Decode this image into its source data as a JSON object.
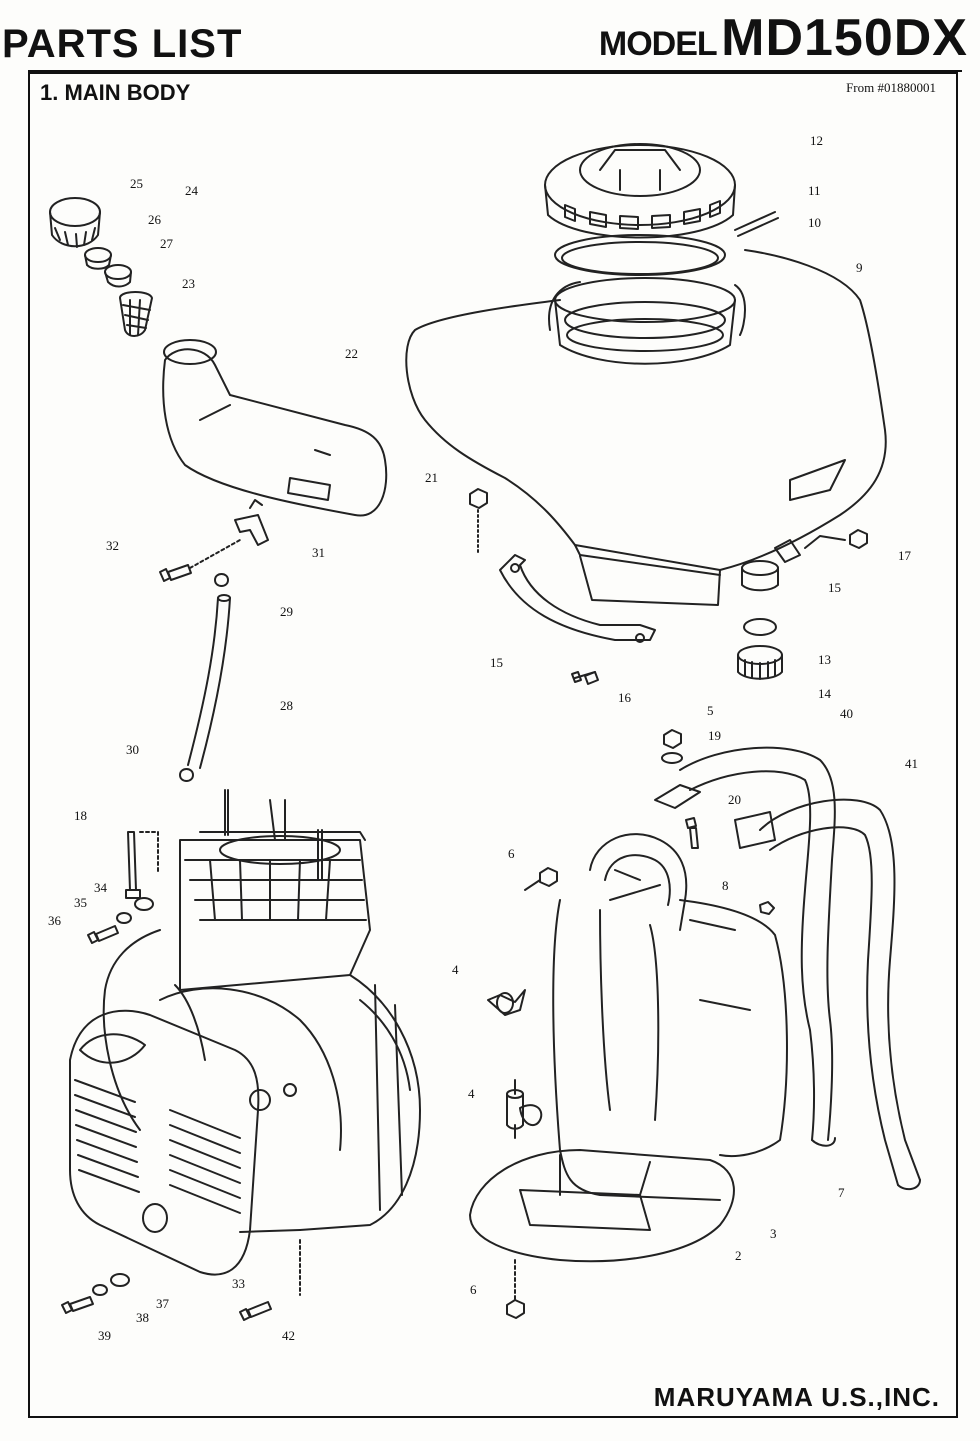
{
  "header": {
    "title": "PARTS LIST",
    "model_word": "MODEL",
    "model_name": "MD150DX",
    "section_title": "1. MAIN BODY",
    "serial_note": "From #01880001"
  },
  "footer": {
    "company": "MARUYAMA U.S.,INC."
  },
  "callouts": [
    {
      "id": "c1",
      "label": "2"
    },
    {
      "id": "c2",
      "label": "3"
    },
    {
      "id": "c3",
      "label": "4"
    },
    {
      "id": "c4",
      "label": "4"
    },
    {
      "id": "c5",
      "label": "5"
    },
    {
      "id": "c6",
      "label": "6"
    },
    {
      "id": "c7",
      "label": "6"
    },
    {
      "id": "c8",
      "label": "7"
    },
    {
      "id": "c9",
      "label": "8"
    },
    {
      "id": "c10",
      "label": "9"
    },
    {
      "id": "c11",
      "label": "10"
    },
    {
      "id": "c12",
      "label": "11"
    },
    {
      "id": "c13",
      "label": "12"
    },
    {
      "id": "c14",
      "label": "13"
    },
    {
      "id": "c15",
      "label": "14"
    },
    {
      "id": "c16",
      "label": "15"
    },
    {
      "id": "c17",
      "label": "15"
    },
    {
      "id": "c18",
      "label": "16"
    },
    {
      "id": "c19",
      "label": "17"
    },
    {
      "id": "c20",
      "label": "18"
    },
    {
      "id": "c21",
      "label": "19"
    },
    {
      "id": "c22",
      "label": "20"
    },
    {
      "id": "c23",
      "label": "21"
    },
    {
      "id": "c24",
      "label": "22"
    },
    {
      "id": "c25",
      "label": "23"
    },
    {
      "id": "c26",
      "label": "24"
    },
    {
      "id": "c27",
      "label": "25"
    },
    {
      "id": "c28",
      "label": "26"
    },
    {
      "id": "c29",
      "label": "27"
    },
    {
      "id": "c30",
      "label": "28"
    },
    {
      "id": "c31",
      "label": "29"
    },
    {
      "id": "c32",
      "label": "30"
    },
    {
      "id": "c33",
      "label": "31"
    },
    {
      "id": "c34",
      "label": "32"
    },
    {
      "id": "c35",
      "label": "33"
    },
    {
      "id": "c36",
      "label": "34"
    },
    {
      "id": "c37",
      "label": "35"
    },
    {
      "id": "c38",
      "label": "36"
    },
    {
      "id": "c39",
      "label": "37"
    },
    {
      "id": "c40",
      "label": "38"
    },
    {
      "id": "c41",
      "label": "39"
    },
    {
      "id": "c42",
      "label": "40"
    },
    {
      "id": "c43",
      "label": "41"
    },
    {
      "id": "c44",
      "label": "42"
    }
  ]
}
